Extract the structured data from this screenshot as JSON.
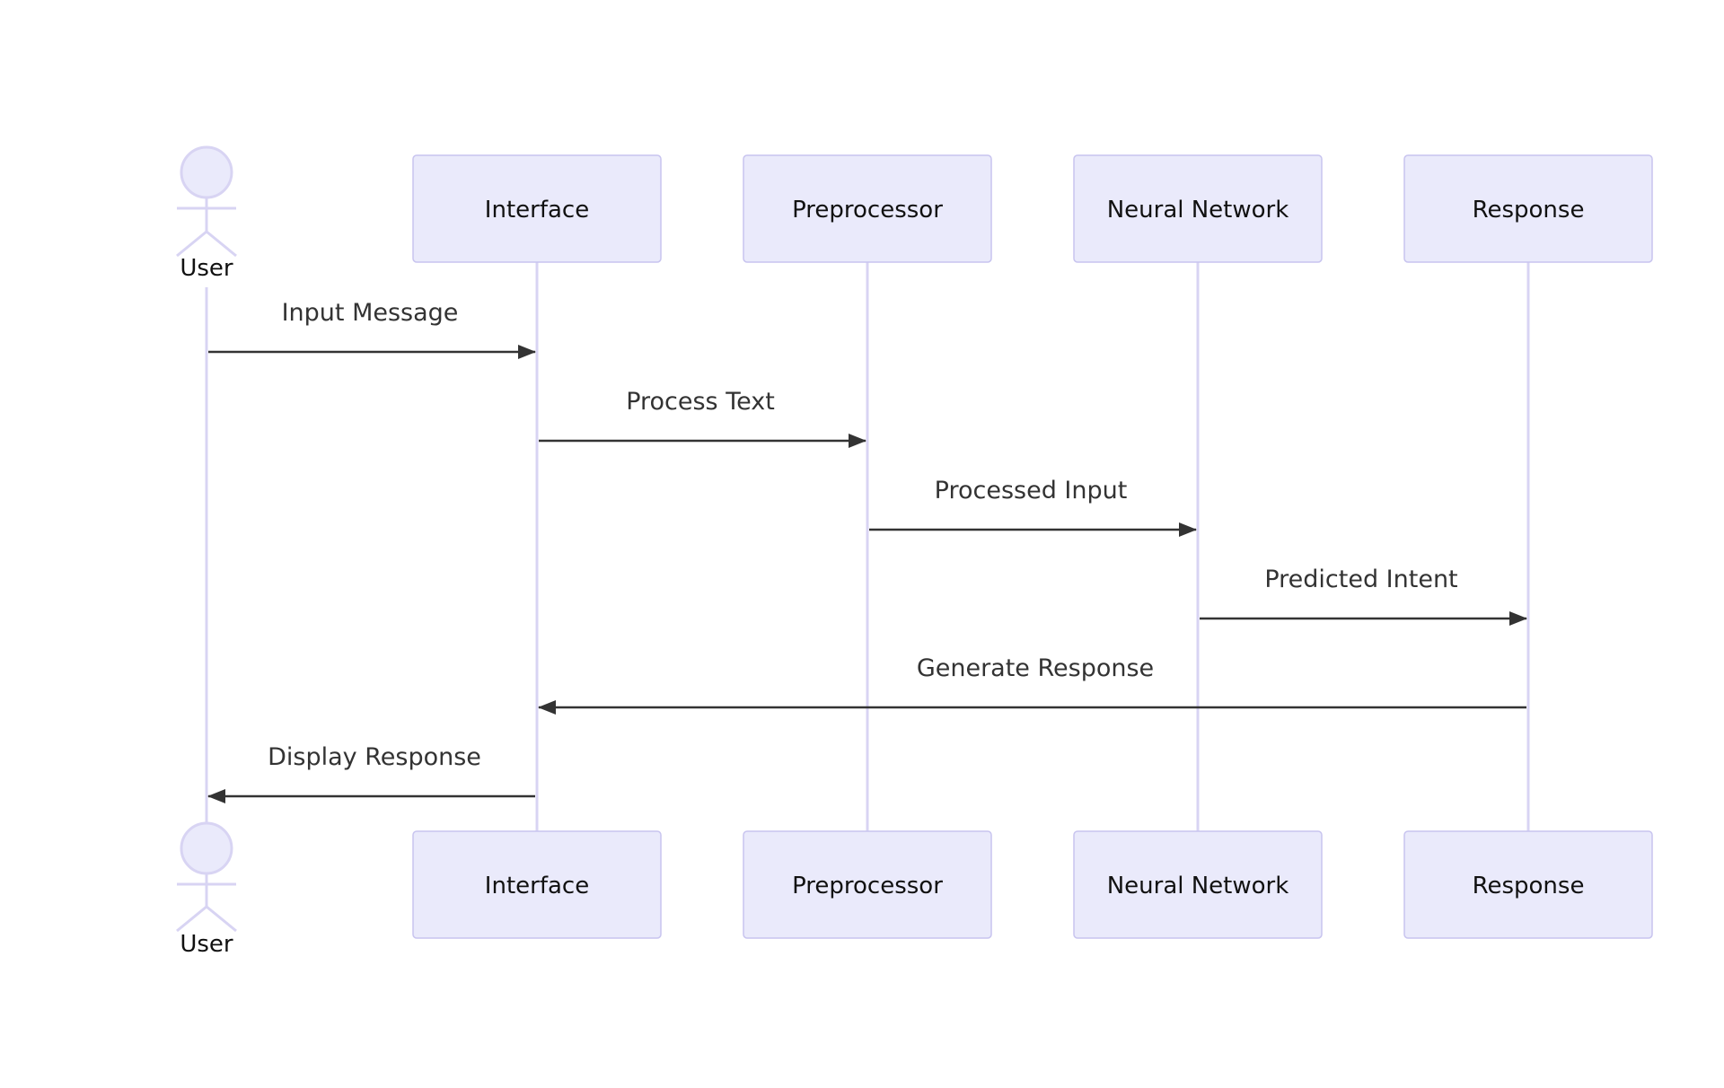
{
  "diagram": {
    "type": "sequence",
    "participants": [
      {
        "id": "user",
        "label": "User",
        "kind": "actor"
      },
      {
        "id": "interface",
        "label": "Interface",
        "kind": "box"
      },
      {
        "id": "preprocessor",
        "label": "Preprocessor",
        "kind": "box"
      },
      {
        "id": "neural_network",
        "label": "Neural Network",
        "kind": "box"
      },
      {
        "id": "response",
        "label": "Response",
        "kind": "box"
      }
    ],
    "messages": [
      {
        "from": "user",
        "to": "interface",
        "label": "Input Message"
      },
      {
        "from": "interface",
        "to": "preprocessor",
        "label": "Process Text"
      },
      {
        "from": "preprocessor",
        "to": "neural_network",
        "label": "Processed Input"
      },
      {
        "from": "neural_network",
        "to": "response",
        "label": "Predicted Intent"
      },
      {
        "from": "response",
        "to": "interface",
        "label": "Generate Response"
      },
      {
        "from": "interface",
        "to": "user",
        "label": "Display Response"
      }
    ]
  },
  "colors": {
    "box_fill": "#eaeafb",
    "box_stroke": "#c8c4ef",
    "lifeline": "#d8d4f3",
    "arrow": "#333333",
    "text": "#111111"
  }
}
